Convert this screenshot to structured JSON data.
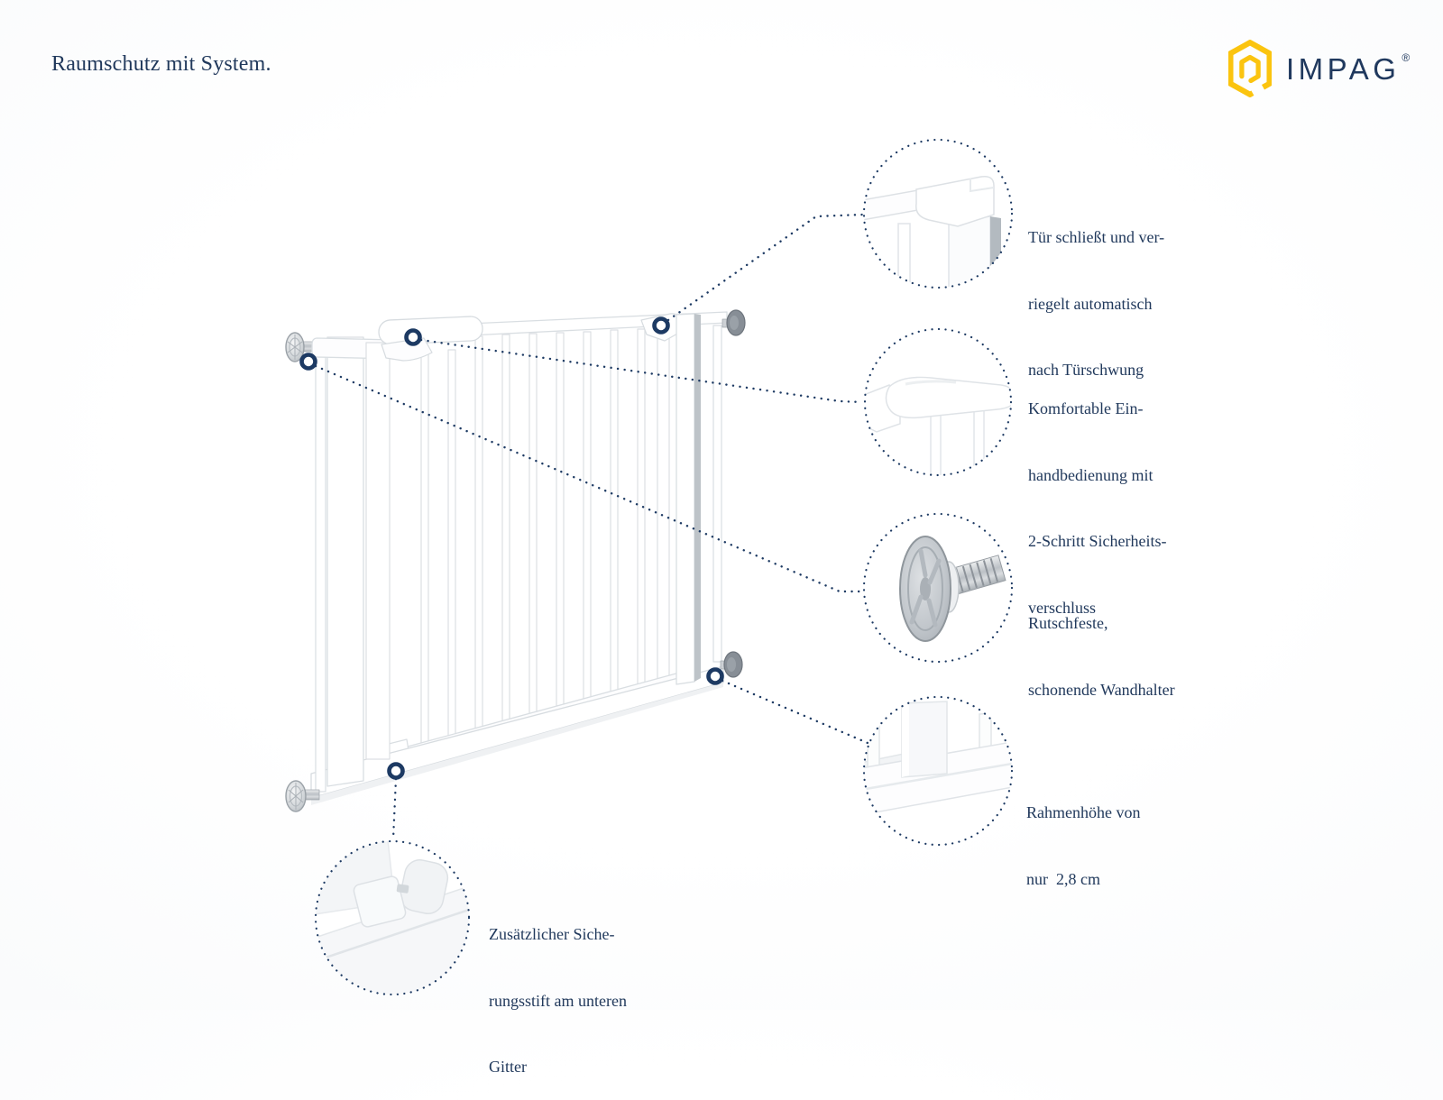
{
  "page": {
    "title": "Raumschutz mit System."
  },
  "brand": {
    "name": "IMPAG",
    "registered": "®",
    "logo_icon": "hexagon-spiral-icon",
    "logo_color": "#FBC40F",
    "text_color": "#20395E"
  },
  "colors": {
    "accent_navy": "#21395C",
    "dotted_line": "#1D3A63",
    "gate_white": "#FFFFFF",
    "gate_edge": "#D9DEE2",
    "knob_gray": "#878E96"
  },
  "product_image": "white-pressure-fit-safety-gate-perspective",
  "callouts": [
    {
      "id": "door-latch",
      "image": "gate-latch-closeup",
      "marker": "navy-ring-marker",
      "lines": [
        "Tür schließt und ver-",
        "riegelt automatisch",
        "nach Türschwung"
      ]
    },
    {
      "id": "one-hand-handle",
      "image": "gate-handle-closeup",
      "marker": "navy-ring-marker",
      "lines": [
        "Komfortable Ein-",
        "handbedienung mit",
        "2-Schritt Sicherheits-",
        "verschluss"
      ]
    },
    {
      "id": "wall-holder",
      "image": "wall-holder-screw-closeup",
      "marker": "navy-ring-marker",
      "lines": [
        "Rutschfeste,",
        "schonende Wandhalter"
      ]
    },
    {
      "id": "frame-height",
      "image": "bottom-frame-closeup",
      "marker": "navy-ring-marker",
      "lines": [
        "Rahmenhöhe von",
        "nur  2,8 cm"
      ]
    },
    {
      "id": "safety-pin",
      "image": "safety-pin-closeup",
      "marker": "navy-ring-marker",
      "lines": [
        "Zusätzlicher Siche-",
        "rungsstift am unteren",
        "Gitter"
      ]
    }
  ]
}
